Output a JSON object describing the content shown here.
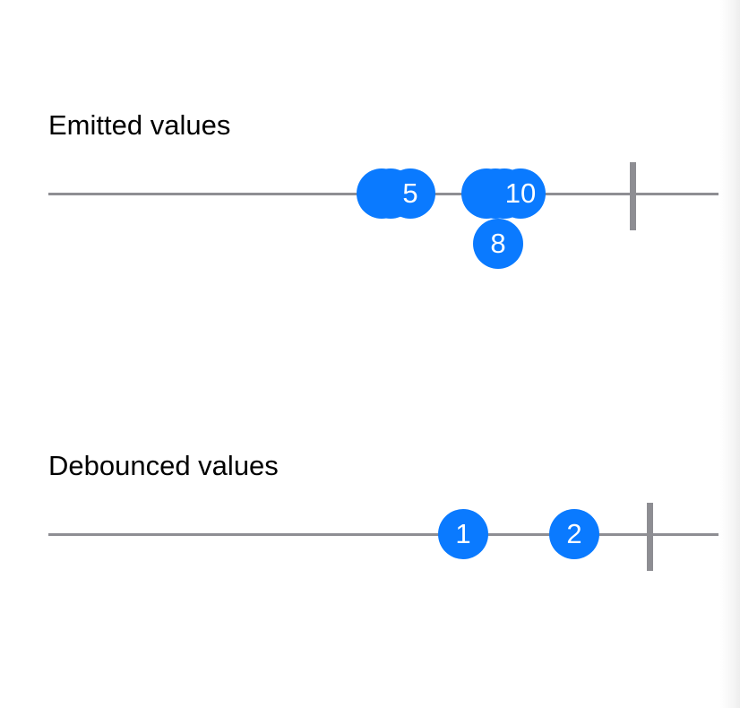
{
  "emitted": {
    "title": "Emitted values",
    "marbles": [
      {
        "label": "",
        "row": 0
      },
      {
        "label": "",
        "row": 0
      },
      {
        "label": "5",
        "row": 0
      },
      {
        "label": "",
        "row": 0
      },
      {
        "label": "",
        "row": 0
      },
      {
        "label": "",
        "row": 0
      },
      {
        "label": "10",
        "row": 0
      },
      {
        "label": "8",
        "row": 1
      }
    ]
  },
  "debounced": {
    "title": "Debounced values",
    "marbles": [
      {
        "label": "1",
        "row": 0
      },
      {
        "label": "2",
        "row": 0
      }
    ]
  },
  "colors": {
    "marble": "#0a7aff",
    "axis": "#8e8e93",
    "text": "#000000"
  }
}
